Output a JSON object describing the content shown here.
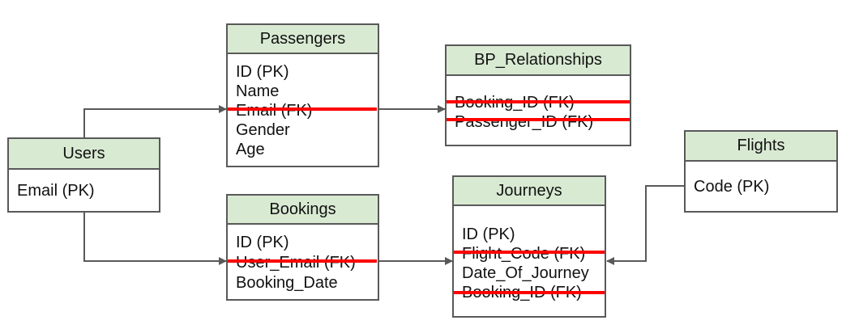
{
  "accent_colors": {
    "header_bg": "#d9ead3",
    "border": "#595959",
    "strike": "#ff0000",
    "arrow": "#595959"
  },
  "tables": {
    "users": {
      "title": "Users",
      "fields": [
        "Email (PK)"
      ]
    },
    "passengers": {
      "title": "Passengers",
      "fields": [
        "ID (PK)",
        "Name",
        "Email (FK)",
        "Gender",
        "Age"
      ]
    },
    "bp_relationships": {
      "title": "BP_Relationships",
      "fields": [
        "Booking_ID (FK)",
        "Passenger_ID (FK)"
      ]
    },
    "bookings": {
      "title": "Bookings",
      "fields": [
        "ID (PK)",
        "User_Email (FK)",
        "Booking_Date"
      ]
    },
    "journeys": {
      "title": "Journeys",
      "fields": [
        "ID (PK)",
        "Flight_Code (FK)",
        "Date_Of_Journey",
        "Booking_ID (FK)"
      ]
    },
    "flights": {
      "title": "Flights",
      "fields": [
        "Code (PK)"
      ]
    }
  }
}
